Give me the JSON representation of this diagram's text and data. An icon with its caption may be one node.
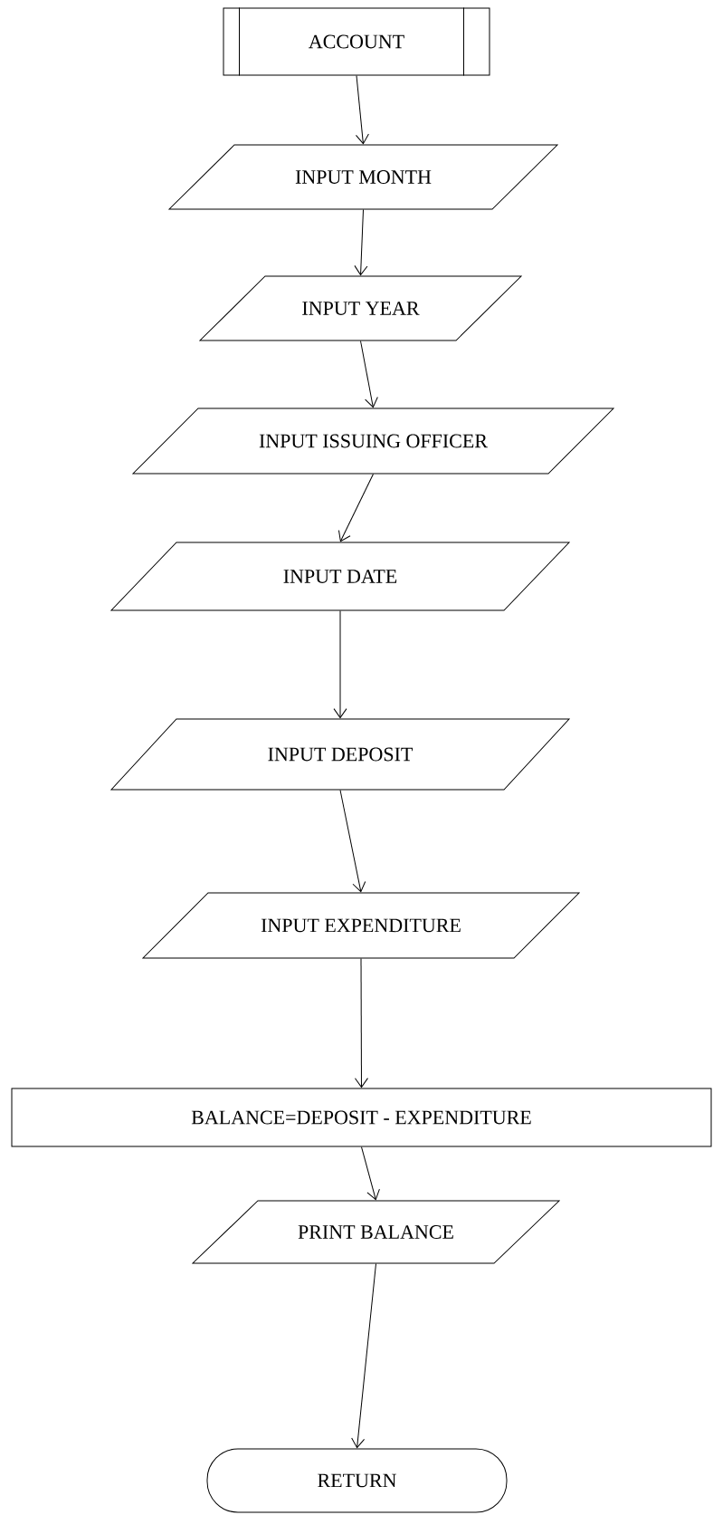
{
  "diagram": {
    "nodes": [
      {
        "text": [
          "ACCOUNT"
        ]
      },
      {
        "text": [
          "INPUT MONTH"
        ]
      },
      {
        "text": [
          "INPUT YEAR"
        ]
      },
      {
        "text": [
          "INPUT ISSUING OFFICER"
        ]
      },
      {
        "text": [
          "INPUT DATE"
        ]
      },
      {
        "text": [
          "INPUT DEPOSIT"
        ]
      },
      {
        "text": [
          "INPUT EXPENDITURE"
        ]
      },
      {
        "text": [
          "BALANCE=DEPOSIT - EXPENDITURE"
        ]
      },
      {
        "text": [
          "PRINT BALANCE"
        ]
      },
      {
        "text": [
          "RETURN"
        ]
      }
    ],
    "edges": [
      {
        "from": 0,
        "to": 1,
        "arrow": "to"
      },
      {
        "from": 1,
        "to": 2,
        "arrow": "to"
      },
      {
        "from": 2,
        "to": 3,
        "arrow": "to"
      },
      {
        "from": 3,
        "to": 4,
        "arrow": "to"
      },
      {
        "from": 4,
        "to": 5,
        "arrow": "to"
      },
      {
        "from": 5,
        "to": 6,
        "arrow": "to"
      },
      {
        "from": 6,
        "to": 7,
        "arrow": "to"
      },
      {
        "from": 7,
        "to": 8,
        "arrow": "to"
      },
      {
        "from": 8,
        "to": 9,
        "arrow": "to"
      }
    ]
  }
}
